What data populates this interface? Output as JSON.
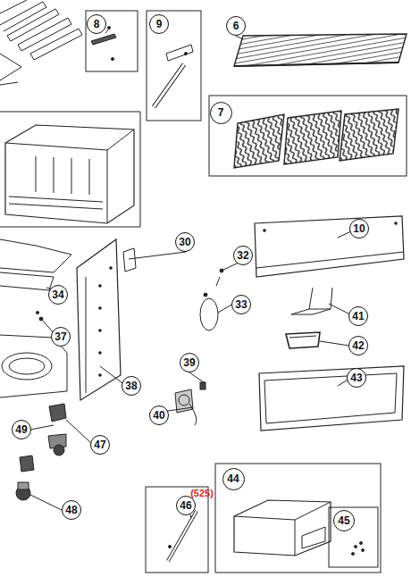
{
  "diagram": {
    "labels": [
      "8",
      "9",
      "6",
      "7",
      "10",
      "30",
      "32",
      "34",
      "33",
      "37",
      "41",
      "42",
      "39",
      "38",
      "43",
      "40",
      "49",
      "47",
      "44",
      "45",
      "46",
      "(525)",
      "48"
    ]
  }
}
